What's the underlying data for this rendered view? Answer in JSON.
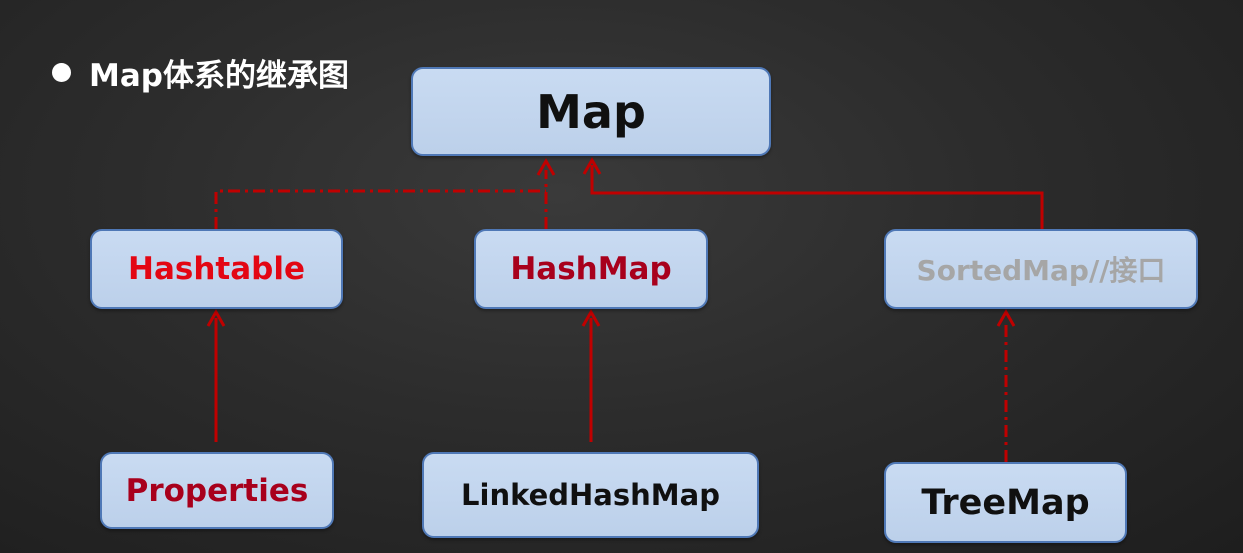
{
  "heading": "Map体系的继承图",
  "nodes": {
    "map": "Map",
    "hashtable": "Hashtable",
    "hashmap": "HashMap",
    "sortedmap": "SortedMap//接口",
    "properties": "Properties",
    "linkedhashmap": "LinkedHashMap",
    "treemap": "TreeMap"
  },
  "colors": {
    "background": "#2c2c2c",
    "node_fill": "#c6d9f1",
    "node_border": "#4f78b6",
    "connector": "#c00000",
    "hashtable_text": "#e30613",
    "hashmap_text": "#a8001c",
    "properties_text": "#a8001c",
    "sortedmap_text": "#a6a6a6",
    "default_text": "#101010"
  },
  "edges": [
    {
      "from": "hashtable",
      "to": "map",
      "style": "dash-dot"
    },
    {
      "from": "hashmap",
      "to": "map",
      "style": "dash-dot"
    },
    {
      "from": "sortedmap",
      "to": "map",
      "style": "solid"
    },
    {
      "from": "properties",
      "to": "hashtable",
      "style": "solid"
    },
    {
      "from": "linkedhashmap",
      "to": "hashmap",
      "style": "solid"
    },
    {
      "from": "treemap",
      "to": "sortedmap",
      "style": "dash-dot"
    }
  ]
}
